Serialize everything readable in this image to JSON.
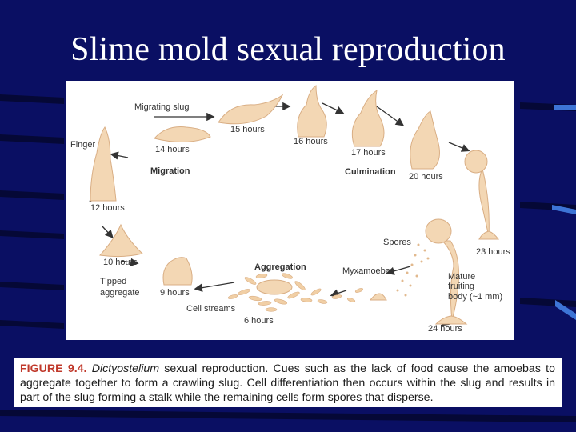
{
  "slide": {
    "title": "Slime mold sexual reproduction",
    "background_color": "#0a0f63",
    "accent_stripe_color": "#3d74d6"
  },
  "figure": {
    "stage_labels": {
      "migrating_slug": "Migrating slug",
      "finger": "Finger",
      "spores": "Spores",
      "myxamoebas": "Myxamoebas",
      "mature_fruiting_line1": "Mature",
      "mature_fruiting_line2": "fruiting",
      "mature_fruiting_line3": "body (~1 mm)",
      "tipped_line1": "Tipped",
      "tipped_line2": "aggregate",
      "cell_streams": "Cell streams"
    },
    "phase_labels": {
      "migration": "Migration",
      "culmination": "Culmination",
      "aggregation": "Aggregation"
    },
    "times": {
      "h6": "6 hours",
      "h9": "9 hours",
      "h10": "10 hours",
      "h12": "12 hours",
      "h14": "14 hours",
      "h15": "15 hours",
      "h16": "16 hours",
      "h17": "17 hours",
      "h20": "20 hours",
      "h23": "23 hours",
      "h24": "24 hours"
    },
    "cell_color": "#f3d7b4",
    "cell_shade_color": "#d9ae84",
    "arrow_color": "#333333"
  },
  "caption": {
    "label": "FIGURE 9.4.",
    "genus": "Dictyostelium",
    "text": " sexual reproduction. Cues such as the lack of food cause the amoebas to aggregate together to form a crawling slug. Cell differentiation then occurs within the slug and results in part of the slug forming a stalk while the remaining cells form spores that disperse.",
    "label_color": "#c0392b"
  }
}
